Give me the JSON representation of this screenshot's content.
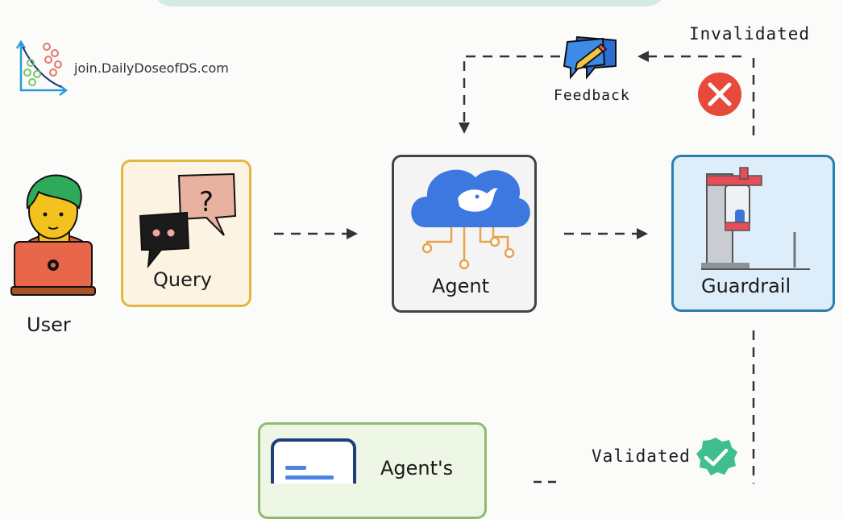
{
  "brand": {
    "text": "join.DailyDoseofDS.com"
  },
  "nodes": {
    "user": "User",
    "query": "Query",
    "agent": "Agent",
    "guardrail": "Guardrail",
    "response": "Agent's"
  },
  "edges": {
    "feedback": "Feedback",
    "invalidated": "Invalidated",
    "validated": "Validated"
  },
  "colors": {
    "invalid": "#e74a3b",
    "valid": "#3fbf8f",
    "cloud": "#3c78e0",
    "agent_border": "#444444",
    "guard_border": "#2b7fb0",
    "query_border": "#e3b73f",
    "response_border": "#8fbb6a"
  }
}
